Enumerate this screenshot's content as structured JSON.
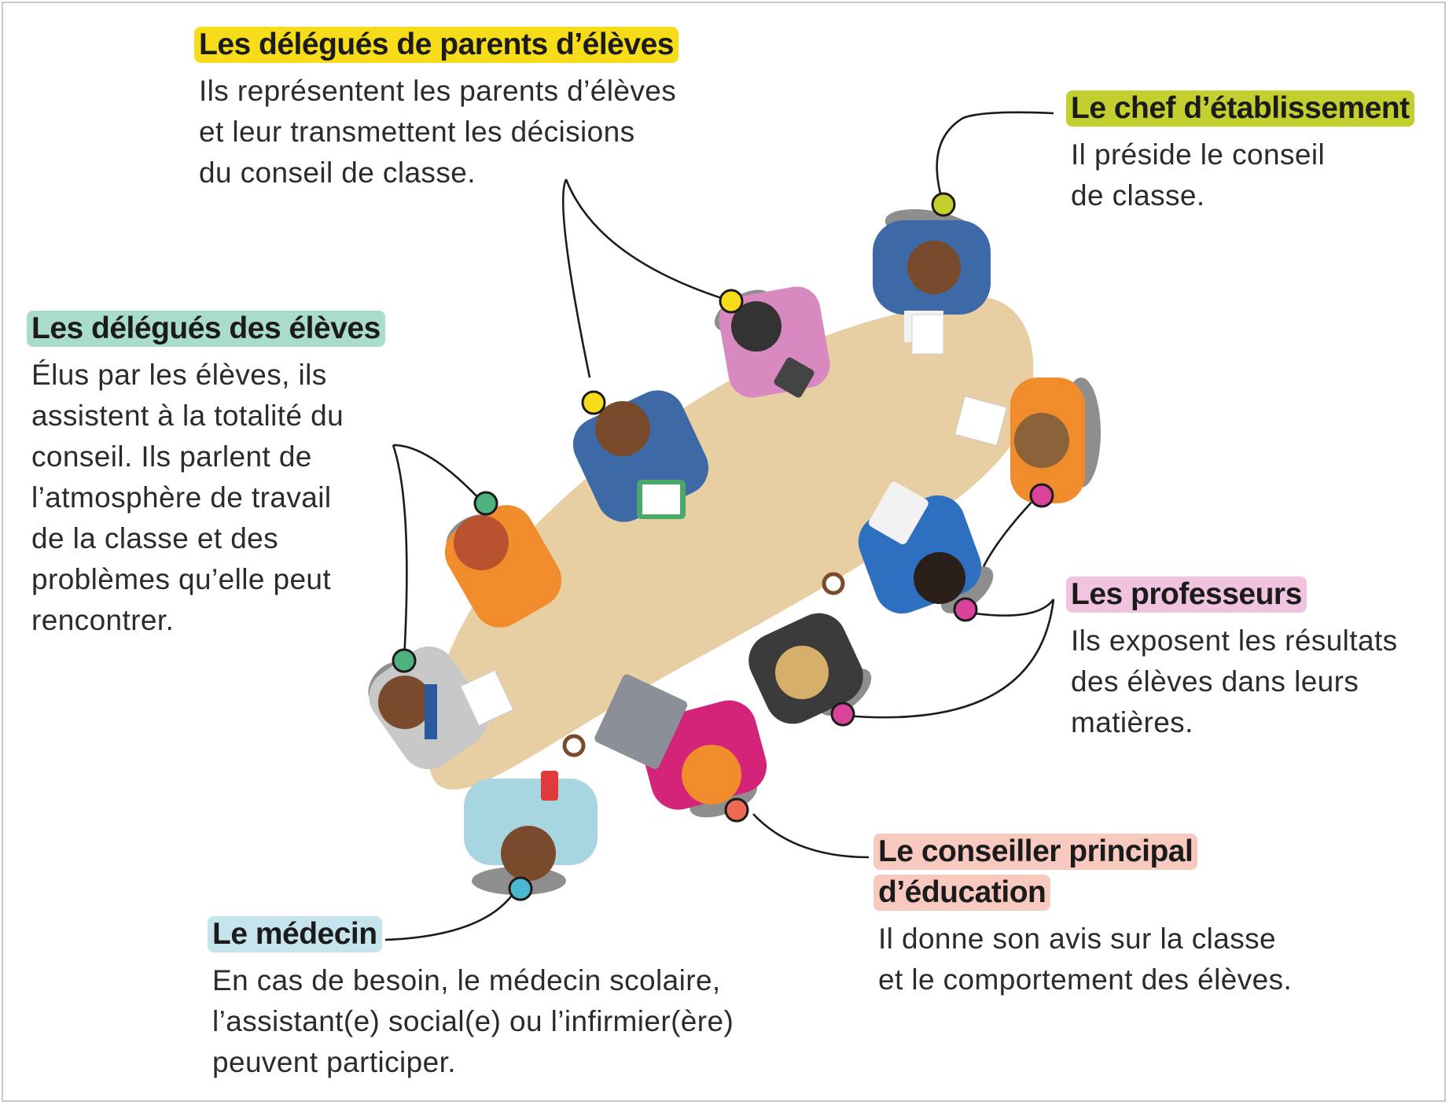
{
  "roles": {
    "parents": {
      "title": "Les délégués de parents d’élèves",
      "description": "Ils représentent les parents d’élèves\net leur transmettent les décisions\ndu conseil de classe.",
      "color": "#f7dc1a"
    },
    "chef": {
      "title": "Le chef d’établissement",
      "description": "Il préside le conseil\nde classe.",
      "color": "#c2cf2e"
    },
    "eleves": {
      "title": "Les délégués des élèves",
      "description": "Élus par les élèves, ils\nassistent à la totalité du\nconseil. Ils parlent de\nl’atmosphère de travail\nde la classe et des\nproblèmes qu’elle peut\nrencontrer.",
      "color": "#a9dccb"
    },
    "professeurs": {
      "title": "Les professeurs",
      "description": "Ils exposent les résultats\ndes élèves dans leurs\nmatières.",
      "color": "#f0c4de"
    },
    "cpe": {
      "title_line1": "Le conseiller principal",
      "title_line2": "d’éducation",
      "description": "Il donne son avis sur la classe\net le comportement des élèves.",
      "color": "#f7c9bf"
    },
    "medecin": {
      "title": "Le médecin",
      "description": "En cas de besoin, le médecin scolaire,\nl’assistant(e) social(e) ou l’infirmier(ère)\npeuvent participer.",
      "color": "#c6e4ee"
    }
  }
}
